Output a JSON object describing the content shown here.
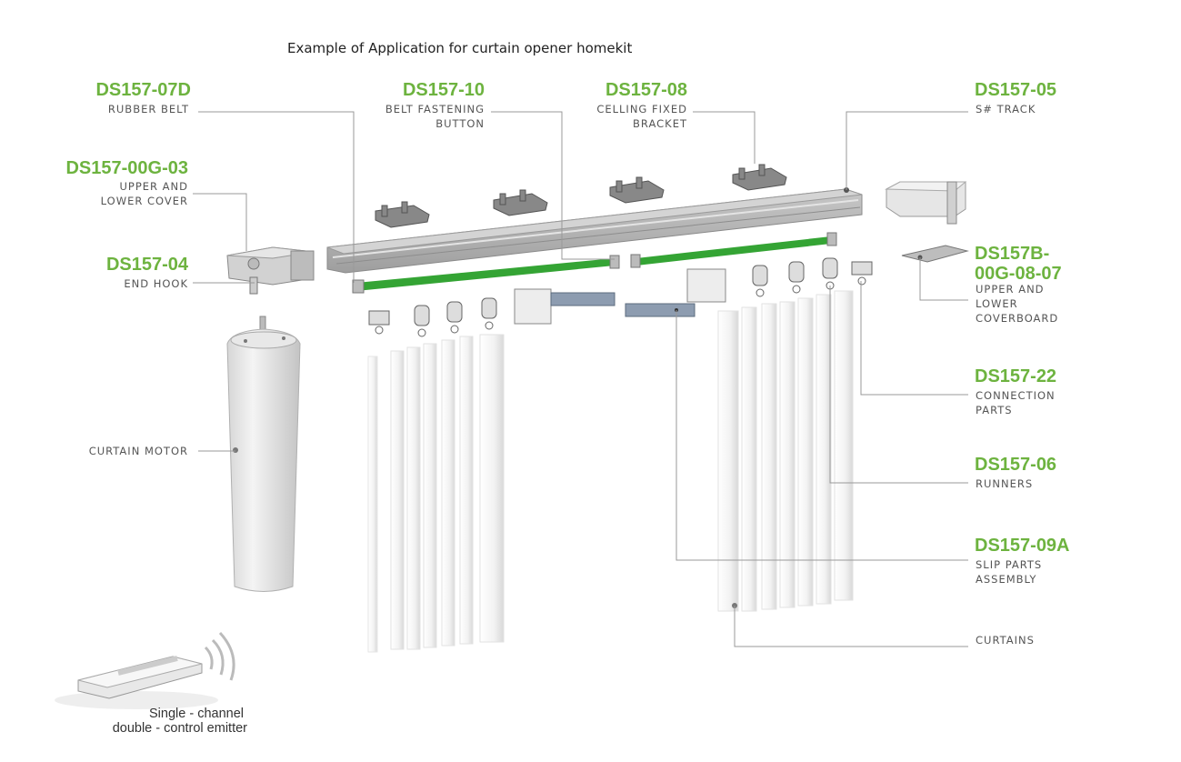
{
  "title": "Example of Application for curtain opener homekit",
  "labels": {
    "rubber_belt": {
      "code": "DS157-07D",
      "desc": "RUBBER BELT"
    },
    "belt_button": {
      "code": "DS157-10",
      "desc": "BELT FASTENING\nBUTTON"
    },
    "ceiling_bracket": {
      "code": "DS157-08",
      "desc": "CELLING FIXED\nBRACKET"
    },
    "track": {
      "code": "DS157-05",
      "desc": "S# TRACK"
    },
    "cover": {
      "code": "DS157-00G-03",
      "desc": "UPPER AND\nLOWER COVER"
    },
    "end_hook": {
      "code": "DS157-04",
      "desc": "END HOOK"
    },
    "coverboard": {
      "code": "DS157B-\n00G-08-07",
      "desc": "UPPER AND\nLOWER\nCOVERBOARD"
    },
    "connection": {
      "code": "DS157-22",
      "desc": "CONNECTION\nPARTS"
    },
    "runners": {
      "code": "DS157-06",
      "desc": "RUNNERS"
    },
    "slip": {
      "code": "DS157-09A",
      "desc": "SLIP PARTS\nASSEMBLY"
    },
    "curtains": {
      "desc": "CURTAINS"
    },
    "motor": {
      "desc": "CURTAIN MOTOR"
    }
  },
  "emitter": {
    "line1": "Single - channel",
    "line2": "double - control emitter"
  },
  "colors": {
    "accent": "#6db33f",
    "leader": "#888888",
    "belt": "#3aa635",
    "track": "#b4b4b4"
  }
}
